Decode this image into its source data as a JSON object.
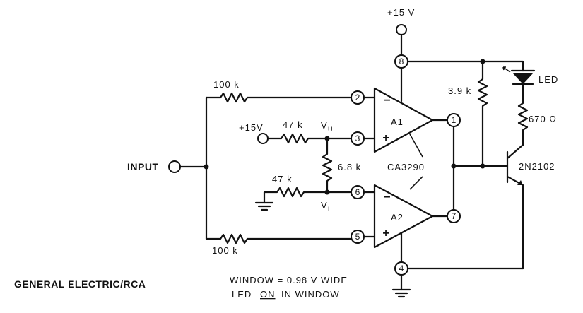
{
  "supply": {
    "label": "+15 V"
  },
  "input": {
    "label": "INPUT"
  },
  "resistors": {
    "r_upper_in": "100 k",
    "r_lower_in": "100 k",
    "r_vu_top": "47 k",
    "r_vl_bottom": "47 k",
    "r_divider": "6.8 k",
    "r_pullup": "3.9 k",
    "r_led": "670 Ω"
  },
  "nodes": {
    "vu": "V",
    "vu_sub": "U",
    "vl": "V",
    "vl_sub": "L",
    "plus15_left": "+15V"
  },
  "opamps": {
    "a1": "A1",
    "a2": "A2",
    "chip": "CA3290"
  },
  "pins": {
    "p1": "1",
    "p2": "2",
    "p3": "3",
    "p4": "4",
    "p5": "5",
    "p6": "6",
    "p7": "7",
    "p8": "8"
  },
  "led": {
    "label": "LED"
  },
  "transistor": {
    "label": "2N2102"
  },
  "footer": {
    "source": "GENERAL ELECTRIC/RCA",
    "note_line1": "WINDOW = 0.98 V WIDE",
    "note_line2_a": "LED",
    "note_line2_b": "ON",
    "note_line2_c": "IN WINDOW"
  },
  "signs": {
    "minus": "−",
    "plus": "+"
  }
}
